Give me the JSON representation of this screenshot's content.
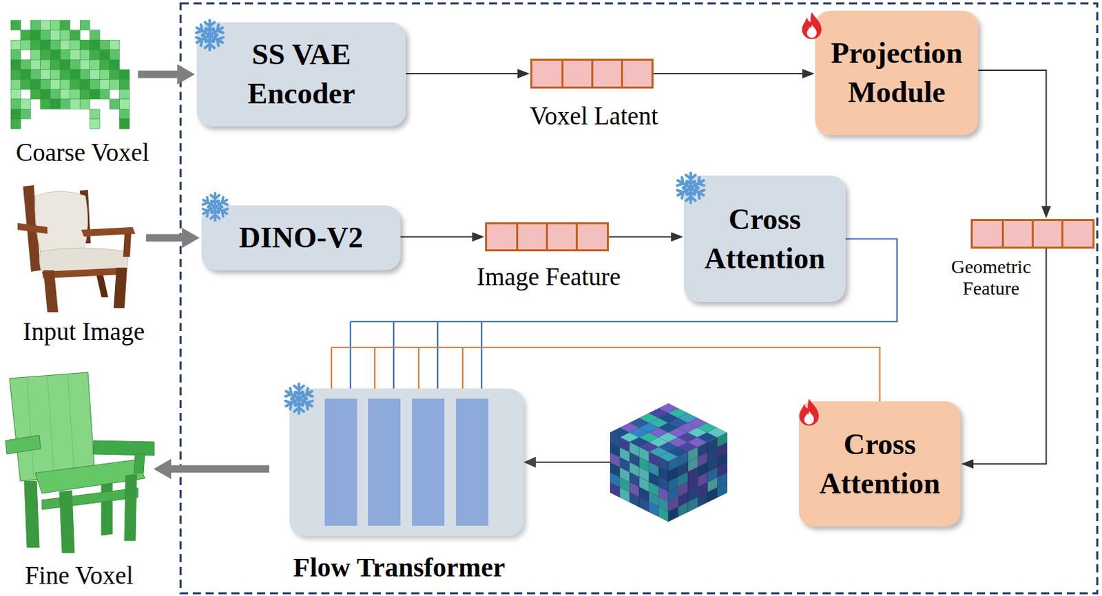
{
  "diagram": {
    "nodes": [
      {
        "text": [
          "Coarse Voxel"
        ]
      },
      {
        "text": [
          "SS VAE Encoder"
        ]
      },
      {
        "text": [
          "Voxel Latent"
        ]
      },
      {
        "text": [
          "Projection Module"
        ]
      },
      {
        "text": [
          "Input Image"
        ]
      },
      {
        "text": [
          "DINO-V2"
        ]
      },
      {
        "text": [
          "Image Feature"
        ]
      },
      {
        "text": [
          "Cross Attention"
        ]
      },
      {
        "text": [
          "Geometric Feature"
        ]
      },
      {
        "text": [
          "Flow Transformer"
        ]
      },
      {
        "text": [
          "Cross Attention"
        ]
      },
      {
        "text": [
          "Fine Voxel"
        ]
      }
    ],
    "edges": [
      {
        "from": 0,
        "to": 1,
        "arrow": "to"
      },
      {
        "from": 1,
        "to": 2,
        "arrow": "to"
      },
      {
        "from": 2,
        "to": 3,
        "arrow": "to"
      },
      {
        "from": 3,
        "to": 8,
        "arrow": "to"
      },
      {
        "from": 4,
        "to": 5,
        "arrow": "to"
      },
      {
        "from": 5,
        "to": 6,
        "arrow": "to"
      },
      {
        "from": 6,
        "to": 7,
        "arrow": "to"
      },
      {
        "from": 7,
        "to": 9,
        "arrow": "to"
      },
      {
        "from": 8,
        "to": 10,
        "arrow": "to"
      },
      {
        "from": 10,
        "to": 9,
        "arrow": "to"
      },
      {
        "from": 9,
        "to": 11,
        "arrow": "to"
      }
    ]
  }
}
